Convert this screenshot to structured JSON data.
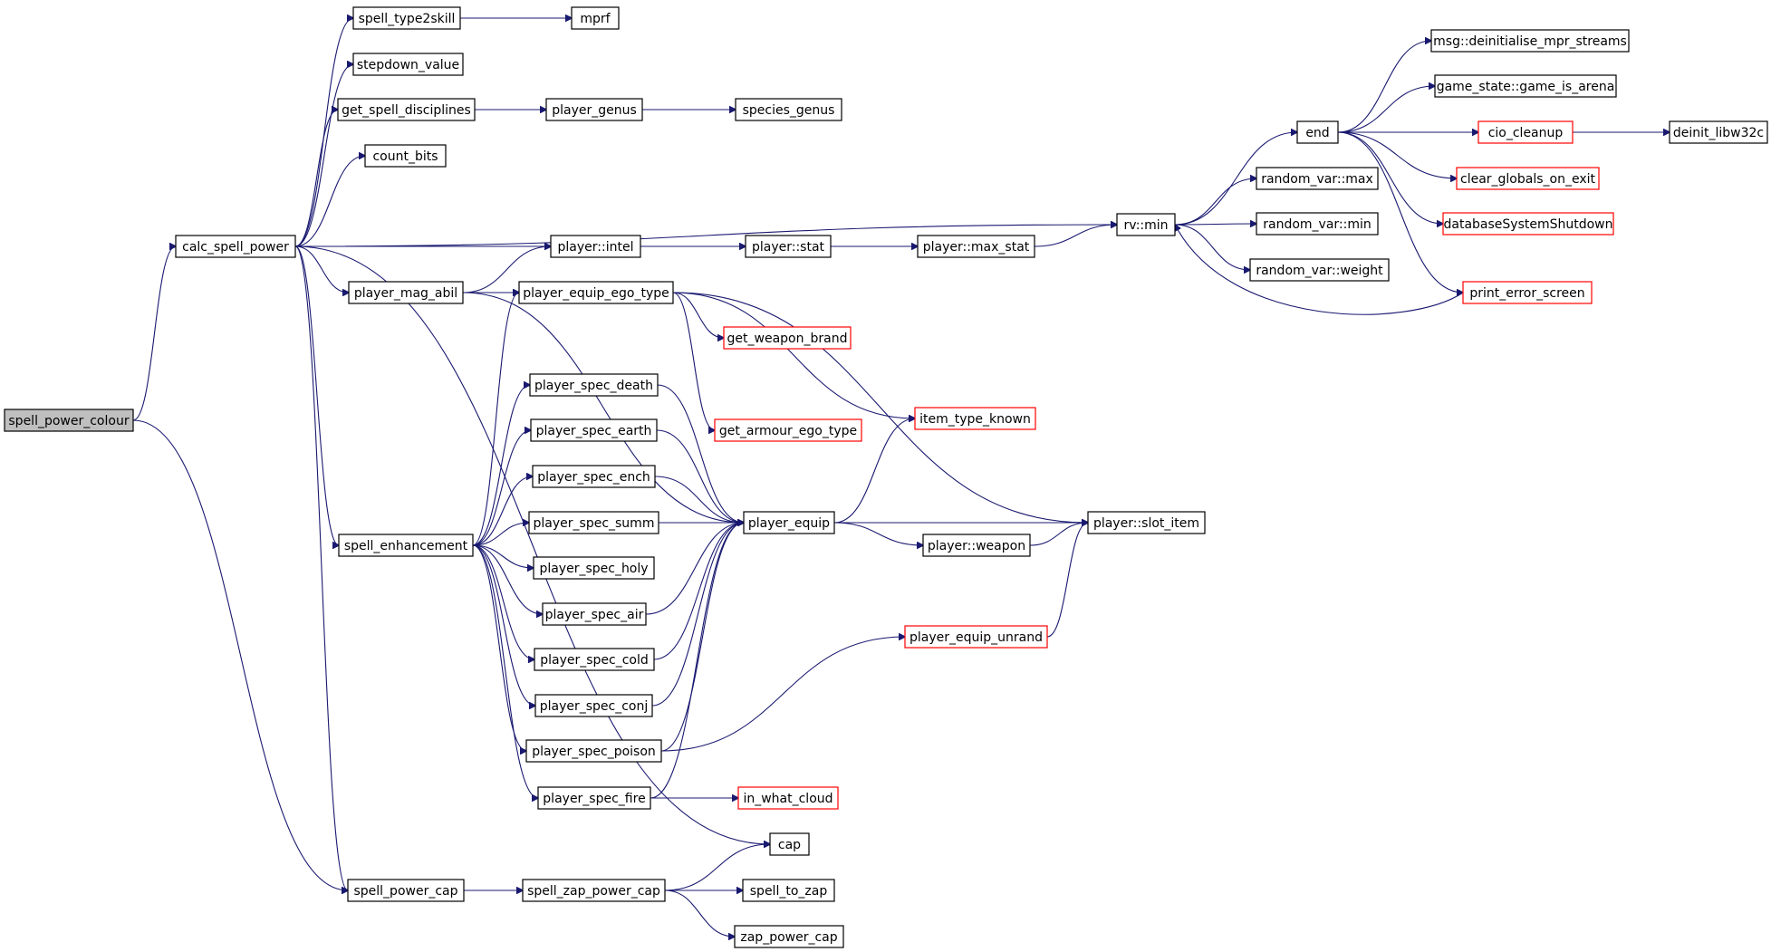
{
  "colors": {
    "edge": "#191970",
    "truncated_border": "#ff0000",
    "root_fill": "#bfbfbf",
    "node_fill": "#ffffff"
  },
  "nodes": [
    {
      "id": "spell_power_colour",
      "label": "spell_power_colour",
      "style": "root"
    },
    {
      "id": "calc_spell_power",
      "label": "calc_spell_power",
      "style": "normal"
    },
    {
      "id": "spell_type2skill",
      "label": "spell_type2skill",
      "style": "normal"
    },
    {
      "id": "mprf",
      "label": "mprf",
      "style": "normal"
    },
    {
      "id": "stepdown_value",
      "label": "stepdown_value",
      "style": "normal"
    },
    {
      "id": "get_spell_disciplines",
      "label": "get_spell_disciplines",
      "style": "normal"
    },
    {
      "id": "player_genus",
      "label": "player_genus",
      "style": "normal"
    },
    {
      "id": "species_genus",
      "label": "species_genus",
      "style": "normal"
    },
    {
      "id": "count_bits",
      "label": "count_bits",
      "style": "normal"
    },
    {
      "id": "rv_min",
      "label": "rv::min",
      "style": "normal"
    },
    {
      "id": "end",
      "label": "end",
      "style": "normal"
    },
    {
      "id": "msg_deinit",
      "label": "msg::deinitialise_mpr_streams",
      "style": "normal"
    },
    {
      "id": "game_is_arena",
      "label": "game_state::game_is_arena",
      "style": "normal"
    },
    {
      "id": "cio_cleanup",
      "label": "cio_cleanup",
      "style": "truncated"
    },
    {
      "id": "deinit_libw32c",
      "label": "deinit_libw32c",
      "style": "normal"
    },
    {
      "id": "clear_globals_on_exit",
      "label": "clear_globals_on_exit",
      "style": "truncated"
    },
    {
      "id": "databaseSystemShutdown",
      "label": "databaseSystemShutdown",
      "style": "truncated"
    },
    {
      "id": "print_error_screen",
      "label": "print_error_screen",
      "style": "truncated"
    },
    {
      "id": "random_var_max",
      "label": "random_var::max",
      "style": "normal"
    },
    {
      "id": "random_var_min",
      "label": "random_var::min",
      "style": "normal"
    },
    {
      "id": "random_var_weight",
      "label": "random_var::weight",
      "style": "normal"
    },
    {
      "id": "player_intel",
      "label": "player::intel",
      "style": "normal"
    },
    {
      "id": "player_stat",
      "label": "player::stat",
      "style": "normal"
    },
    {
      "id": "player_max_stat",
      "label": "player::max_stat",
      "style": "normal"
    },
    {
      "id": "player_mag_abil",
      "label": "player_mag_abil",
      "style": "normal"
    },
    {
      "id": "player_equip_ego_type",
      "label": "player_equip_ego_type",
      "style": "normal"
    },
    {
      "id": "get_weapon_brand",
      "label": "get_weapon_brand",
      "style": "truncated"
    },
    {
      "id": "get_armour_ego_type",
      "label": "get_armour_ego_type",
      "style": "truncated"
    },
    {
      "id": "item_type_known",
      "label": "item_type_known",
      "style": "truncated"
    },
    {
      "id": "player_slot_item",
      "label": "player::slot_item",
      "style": "normal"
    },
    {
      "id": "player_equip",
      "label": "player_equip",
      "style": "normal"
    },
    {
      "id": "player_weapon",
      "label": "player::weapon",
      "style": "normal"
    },
    {
      "id": "player_equip_unrand",
      "label": "player_equip_unrand",
      "style": "truncated"
    },
    {
      "id": "spell_enhancement",
      "label": "spell_enhancement",
      "style": "normal"
    },
    {
      "id": "player_spec_death",
      "label": "player_spec_death",
      "style": "normal"
    },
    {
      "id": "player_spec_earth",
      "label": "player_spec_earth",
      "style": "normal"
    },
    {
      "id": "player_spec_ench",
      "label": "player_spec_ench",
      "style": "normal"
    },
    {
      "id": "player_spec_summ",
      "label": "player_spec_summ",
      "style": "normal"
    },
    {
      "id": "player_spec_holy",
      "label": "player_spec_holy",
      "style": "normal"
    },
    {
      "id": "player_spec_air",
      "label": "player_spec_air",
      "style": "normal"
    },
    {
      "id": "player_spec_cold",
      "label": "player_spec_cold",
      "style": "normal"
    },
    {
      "id": "player_spec_conj",
      "label": "player_spec_conj",
      "style": "normal"
    },
    {
      "id": "player_spec_poison",
      "label": "player_spec_poison",
      "style": "normal"
    },
    {
      "id": "player_spec_fire",
      "label": "player_spec_fire",
      "style": "normal"
    },
    {
      "id": "in_what_cloud",
      "label": "in_what_cloud",
      "style": "truncated"
    },
    {
      "id": "cap",
      "label": "cap",
      "style": "normal"
    },
    {
      "id": "spell_power_cap",
      "label": "spell_power_cap",
      "style": "normal"
    },
    {
      "id": "spell_zap_power_cap",
      "label": "spell_zap_power_cap",
      "style": "normal"
    },
    {
      "id": "spell_to_zap",
      "label": "spell_to_zap",
      "style": "normal"
    },
    {
      "id": "zap_power_cap",
      "label": "zap_power_cap",
      "style": "normal"
    }
  ],
  "edges": [
    [
      "spell_power_colour",
      "calc_spell_power"
    ],
    [
      "spell_power_colour",
      "spell_power_cap"
    ],
    [
      "calc_spell_power",
      "spell_type2skill"
    ],
    [
      "calc_spell_power",
      "stepdown_value"
    ],
    [
      "calc_spell_power",
      "get_spell_disciplines"
    ],
    [
      "calc_spell_power",
      "count_bits"
    ],
    [
      "calc_spell_power",
      "rv_min"
    ],
    [
      "calc_spell_power",
      "player_intel"
    ],
    [
      "calc_spell_power",
      "player_mag_abil"
    ],
    [
      "calc_spell_power",
      "spell_enhancement"
    ],
    [
      "calc_spell_power",
      "cap"
    ],
    [
      "calc_spell_power",
      "spell_power_cap"
    ],
    [
      "spell_type2skill",
      "mprf"
    ],
    [
      "get_spell_disciplines",
      "player_genus"
    ],
    [
      "player_genus",
      "species_genus"
    ],
    [
      "rv_min",
      "end"
    ],
    [
      "rv_min",
      "random_var_max"
    ],
    [
      "rv_min",
      "random_var_min"
    ],
    [
      "rv_min",
      "random_var_weight"
    ],
    [
      "end",
      "msg_deinit"
    ],
    [
      "end",
      "game_is_arena"
    ],
    [
      "end",
      "cio_cleanup"
    ],
    [
      "end",
      "clear_globals_on_exit"
    ],
    [
      "end",
      "databaseSystemShutdown"
    ],
    [
      "end",
      "print_error_screen"
    ],
    [
      "cio_cleanup",
      "deinit_libw32c"
    ],
    [
      "print_error_screen",
      "rv_min"
    ],
    [
      "player_intel",
      "player_stat"
    ],
    [
      "player_stat",
      "player_max_stat"
    ],
    [
      "player_max_stat",
      "rv_min"
    ],
    [
      "player_mag_abil",
      "player_intel"
    ],
    [
      "player_mag_abil",
      "player_equip_ego_type"
    ],
    [
      "player_mag_abil",
      "player_equip"
    ],
    [
      "player_equip_ego_type",
      "get_weapon_brand"
    ],
    [
      "player_equip_ego_type",
      "get_armour_ego_type"
    ],
    [
      "player_equip_ego_type",
      "item_type_known"
    ],
    [
      "player_equip_ego_type",
      "player_slot_item"
    ],
    [
      "spell_enhancement",
      "player_equip_ego_type"
    ],
    [
      "spell_enhancement",
      "player_spec_death"
    ],
    [
      "spell_enhancement",
      "player_spec_earth"
    ],
    [
      "spell_enhancement",
      "player_spec_ench"
    ],
    [
      "spell_enhancement",
      "player_spec_summ"
    ],
    [
      "spell_enhancement",
      "player_spec_holy"
    ],
    [
      "spell_enhancement",
      "player_spec_air"
    ],
    [
      "spell_enhancement",
      "player_spec_cold"
    ],
    [
      "spell_enhancement",
      "player_spec_conj"
    ],
    [
      "spell_enhancement",
      "player_spec_poison"
    ],
    [
      "spell_enhancement",
      "player_spec_fire"
    ],
    [
      "player_spec_death",
      "player_equip"
    ],
    [
      "player_spec_earth",
      "player_equip"
    ],
    [
      "player_spec_ench",
      "player_equip"
    ],
    [
      "player_spec_summ",
      "player_equip"
    ],
    [
      "player_spec_air",
      "player_equip"
    ],
    [
      "player_spec_cold",
      "player_equip"
    ],
    [
      "player_spec_conj",
      "player_equip"
    ],
    [
      "player_spec_poison",
      "player_equip"
    ],
    [
      "player_spec_poison",
      "player_equip_unrand"
    ],
    [
      "player_spec_fire",
      "player_equip"
    ],
    [
      "player_spec_fire",
      "in_what_cloud"
    ],
    [
      "player_equip",
      "item_type_known"
    ],
    [
      "player_equip",
      "player_slot_item"
    ],
    [
      "player_equip",
      "player_weapon"
    ],
    [
      "player_weapon",
      "player_slot_item"
    ],
    [
      "player_equip_unrand",
      "player_slot_item"
    ],
    [
      "spell_power_cap",
      "spell_zap_power_cap"
    ],
    [
      "spell_zap_power_cap",
      "cap"
    ],
    [
      "spell_zap_power_cap",
      "spell_to_zap"
    ],
    [
      "spell_zap_power_cap",
      "zap_power_cap"
    ]
  ]
}
